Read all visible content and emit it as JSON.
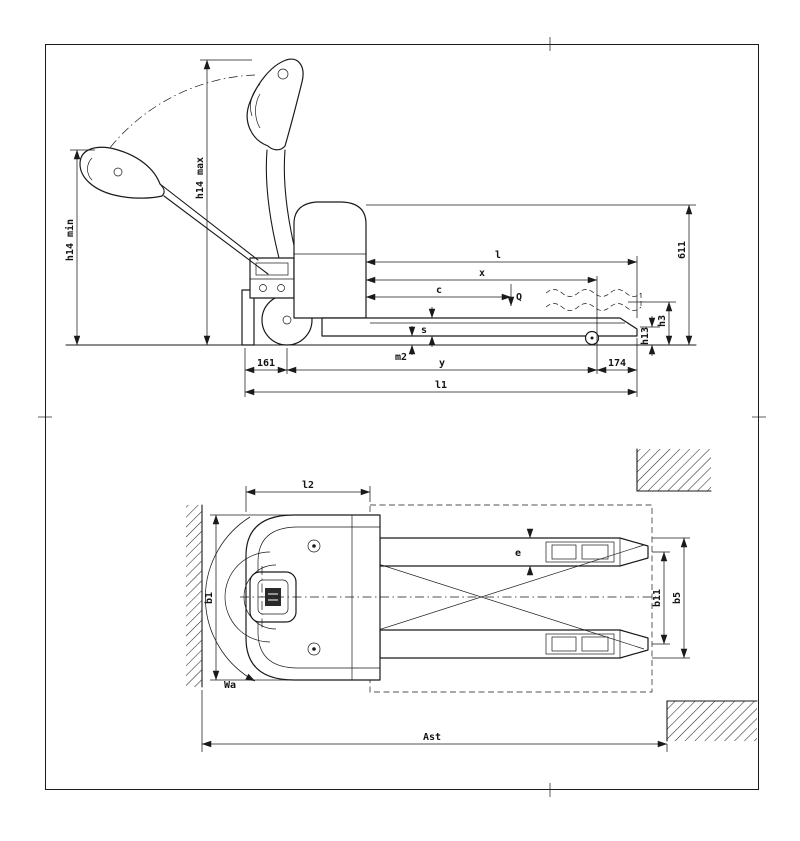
{
  "drawing": {
    "kind": "technical-dimensional-drawing",
    "views": {
      "side": "side view",
      "plan": "plan view"
    }
  },
  "colors": {
    "ink": "#1a1a1a",
    "paper": "#ffffff"
  },
  "dimensions": {
    "side": {
      "h14_max": "h14 max",
      "h14_min": "h14 min",
      "l": "l",
      "x": "x",
      "c": "c",
      "q": "Q",
      "h611": "611",
      "h3": "h3",
      "h13": "h13",
      "s": "s",
      "m2": "m2",
      "n161": "161",
      "y": "y",
      "n174": "174",
      "l1": "l1"
    },
    "plan": {
      "l2": "l2",
      "b1": "b1",
      "e": "e",
      "b11": "b11",
      "b5": "b5",
      "wa": "Wa",
      "ast": "Ast"
    }
  }
}
